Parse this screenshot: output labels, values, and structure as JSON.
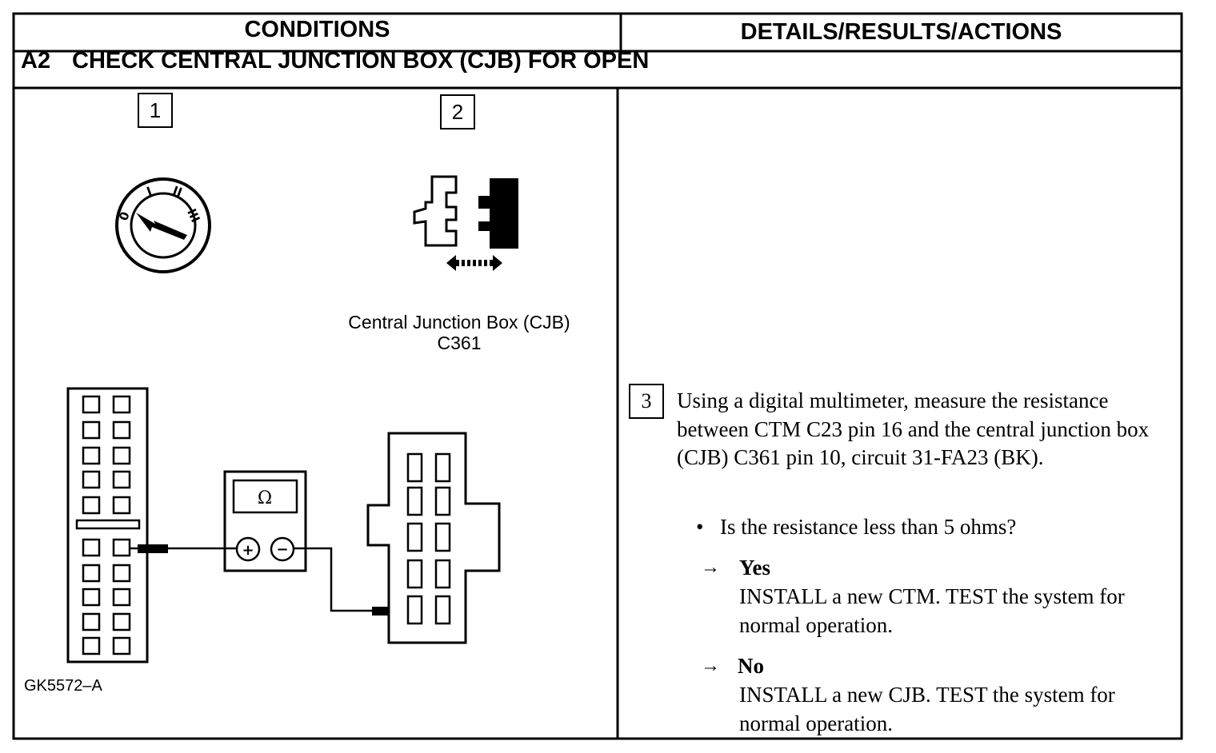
{
  "header": {
    "conditions": "CONDITIONS",
    "details": "DETAILS/RESULTS/ACTIONS"
  },
  "section": {
    "id": "A2",
    "title": "CHECK CENTRAL JUNCTION BOX (CJB) FOR OPEN"
  },
  "figure": {
    "step1_label": "1",
    "step2_label": "2",
    "ignition_positions": [
      "0",
      "I",
      "II",
      "III"
    ],
    "meter_symbol": "Ω",
    "meter_plus": "+",
    "meter_minus": "−",
    "cjb_caption_line1": "Central Junction Box (CJB)",
    "cjb_caption_line2": "C361",
    "figure_id": "GK5572–A"
  },
  "step3": {
    "label": "3",
    "text": "Using a digital multimeter, measure the resistance between CTM C23 pin 16 and the central junction box (CJB) C361 pin 10, circuit 31-FA23 (BK).",
    "question": "Is the resistance less than 5 ohms?",
    "bullet": "•",
    "arrow": "→",
    "yes_label": "Yes",
    "yes_action": "INSTALL a new CTM. TEST the system for normal operation.",
    "no_label": "No",
    "no_action": "INSTALL a new CJB. TEST the system for normal operation."
  }
}
